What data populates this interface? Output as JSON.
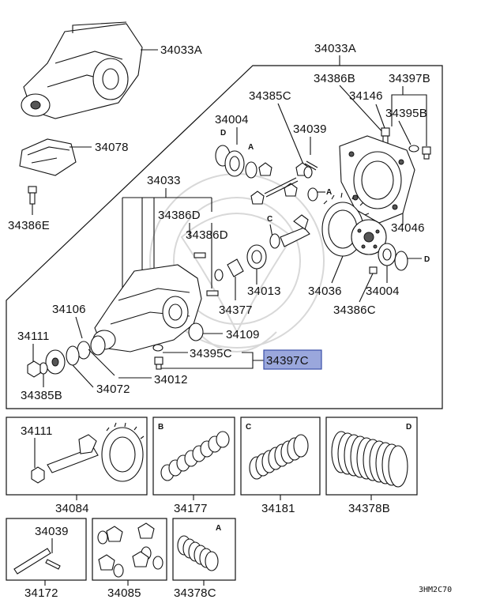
{
  "labels": {
    "assy_top": "34033A",
    "assy_frame": "34033A",
    "p34078": "34078",
    "p34386E": "34386E",
    "p34386B": "34386B",
    "p34397B": "34397B",
    "p34146": "34146",
    "p34395B": "34395B",
    "p34385C": "34385C",
    "p34004_top": "34004",
    "p34039": "34039",
    "p34033": "34033",
    "p34386D_a": "34386D",
    "p34386D_b": "34386D",
    "p34046": "34046",
    "p34013": "34013",
    "p34377": "34377",
    "p34036": "34036",
    "p34004_bot": "34004",
    "p34386C": "34386C",
    "p34106": "34106",
    "p34109": "34109",
    "p34111": "34111",
    "p34395C": "34395C",
    "p34397C": "34397C",
    "p34012": "34012",
    "p34072": "34072",
    "p34385B": "34385B"
  },
  "letters": {
    "d1": "D",
    "a1": "A",
    "c1": "C",
    "a2": "A",
    "d2": "D"
  },
  "kits": [
    {
      "label": "34084",
      "inner": "34111",
      "letter": ""
    },
    {
      "label": "34177",
      "inner": "",
      "letter": "B"
    },
    {
      "label": "34181",
      "inner": "",
      "letter": "C"
    },
    {
      "label": "34378B",
      "inner": "",
      "letter": "D"
    },
    {
      "label": "34172",
      "inner": "34039",
      "letter": ""
    },
    {
      "label": "34085",
      "inner": "",
      "letter": ""
    },
    {
      "label": "34378C",
      "inner": "",
      "letter": "A"
    }
  ],
  "code": "3HM2C70",
  "colors": {
    "highlight": "#9aa7dc",
    "line": "#111111"
  }
}
